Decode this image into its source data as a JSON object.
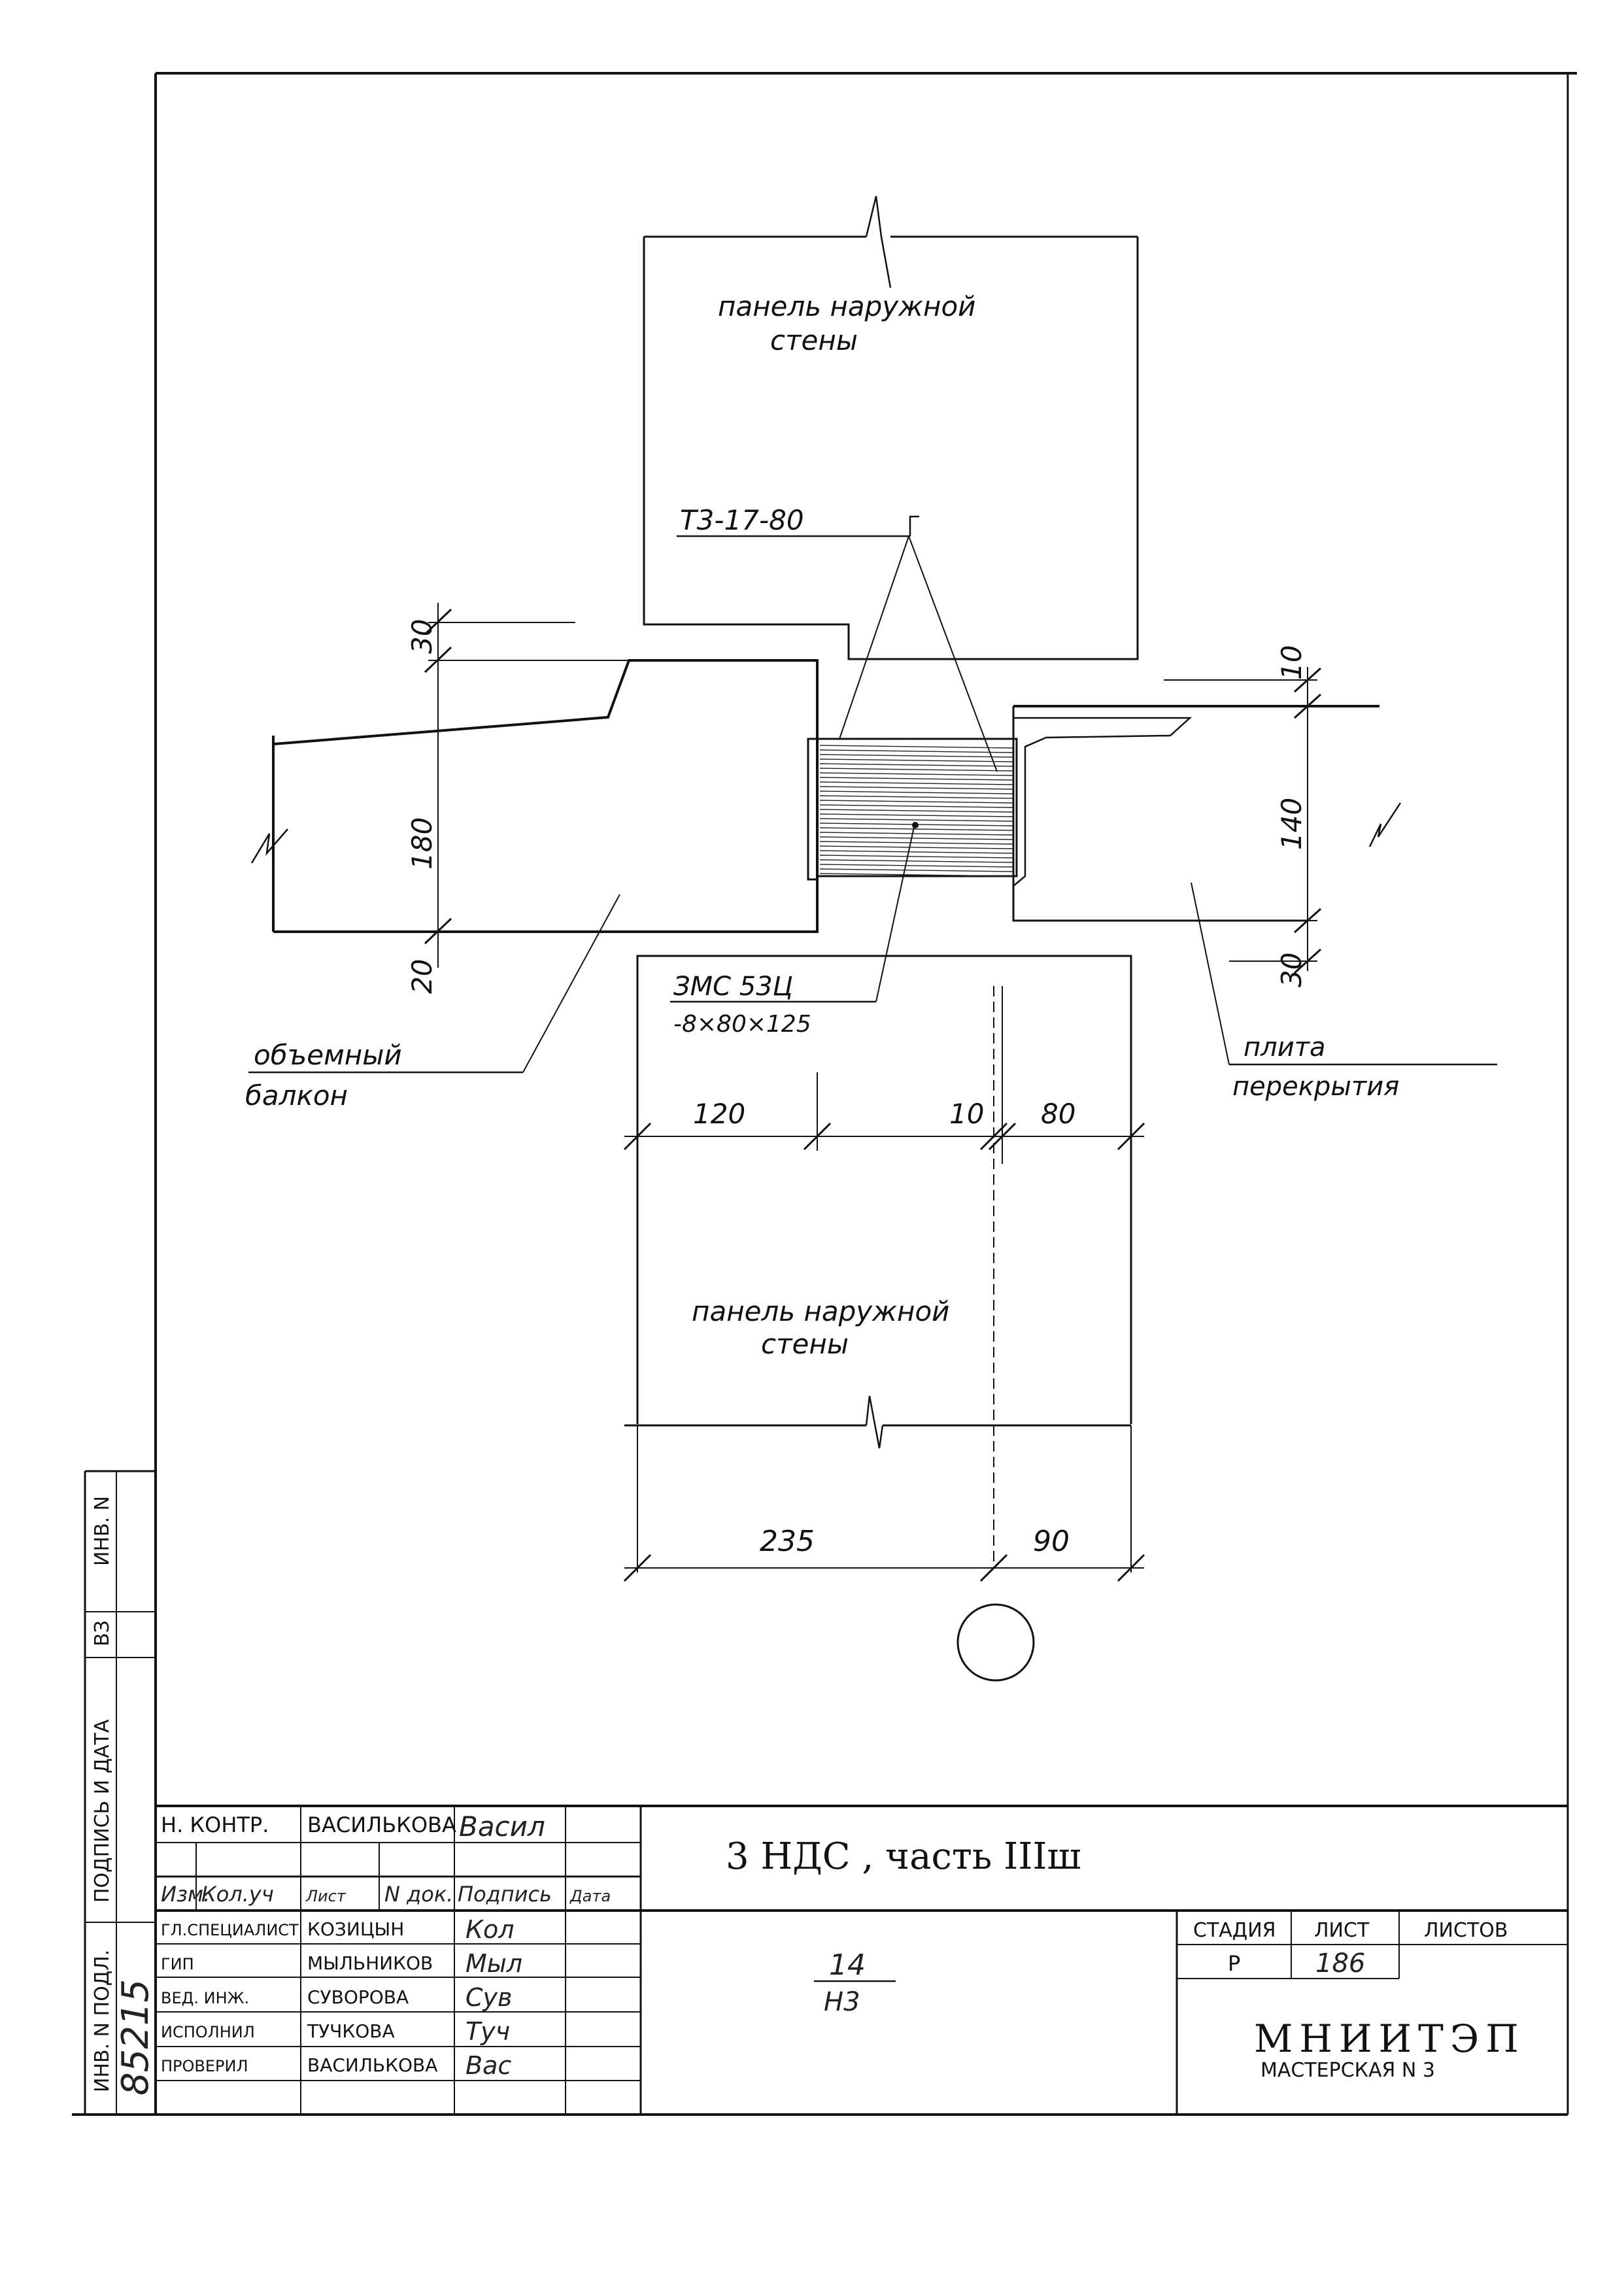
{
  "drawing": {
    "upper_panel_label_1": "панель наружной",
    "upper_panel_label_2": "стены",
    "lower_panel_label_1": "панель наружной",
    "lower_panel_label_2": "стены",
    "insert_code": "Т3-17-80",
    "embedded_part_1": "ЗМС 53Ц",
    "embedded_part_2": "-8×80×125",
    "balcony_label_1": "объемный",
    "balcony_label_2": "балкон",
    "slab_label_1": "плита",
    "slab_label_2": "перекрытия",
    "dimensions": {
      "d30_top": "30",
      "d180": "180",
      "d20": "20",
      "d10_right": "10",
      "d140": "140",
      "d30_bottom": "30",
      "d120": "120",
      "d10_mid": "10",
      "d80": "80",
      "d235": "235",
      "d90": "90"
    }
  },
  "side_stamp": {
    "inv_podl": "ИНВ. N ПОДЛ.",
    "podpis_data": "ПОДПИСЬ И ДАТА",
    "vz": "ВЗ",
    "inv": "ИНВ. N",
    "inv_number": "85215"
  },
  "title_block": {
    "project_title": "3 НДС , часть IIIш",
    "sheet_code_top": "14",
    "sheet_code_bottom": "Н3",
    "n_kontr_role": "Н. КОНТР.",
    "n_kontr_name": "ВАСИЛЬКОВА",
    "headers": [
      "Изм.",
      "Кол.уч",
      "Лист",
      "N док.",
      "Подпись",
      "Дата"
    ],
    "signers": [
      {
        "role": "ГЛ.СПЕЦИАЛИСТ",
        "name": "КОЗИЦЫН"
      },
      {
        "role": "ГИП",
        "name": "МЫЛЬНИКОВ"
      },
      {
        "role": "ВЕД. ИНЖ.",
        "name": "СУВОРОВА"
      },
      {
        "role": "ИСПОЛНИЛ",
        "name": "ТУЧКОВА"
      },
      {
        "role": "ПРОВЕРИЛ",
        "name": "ВАСИЛЬКОВА"
      }
    ],
    "stage_header": "СТАДИЯ",
    "sheet_header": "ЛИСТ",
    "sheets_header": "ЛИСТОВ",
    "stage": "Р",
    "sheet": "186",
    "sheets": "",
    "org_name": "МНИИТЭП",
    "org_sub": "МАСТЕРСКАЯ N 3"
  }
}
